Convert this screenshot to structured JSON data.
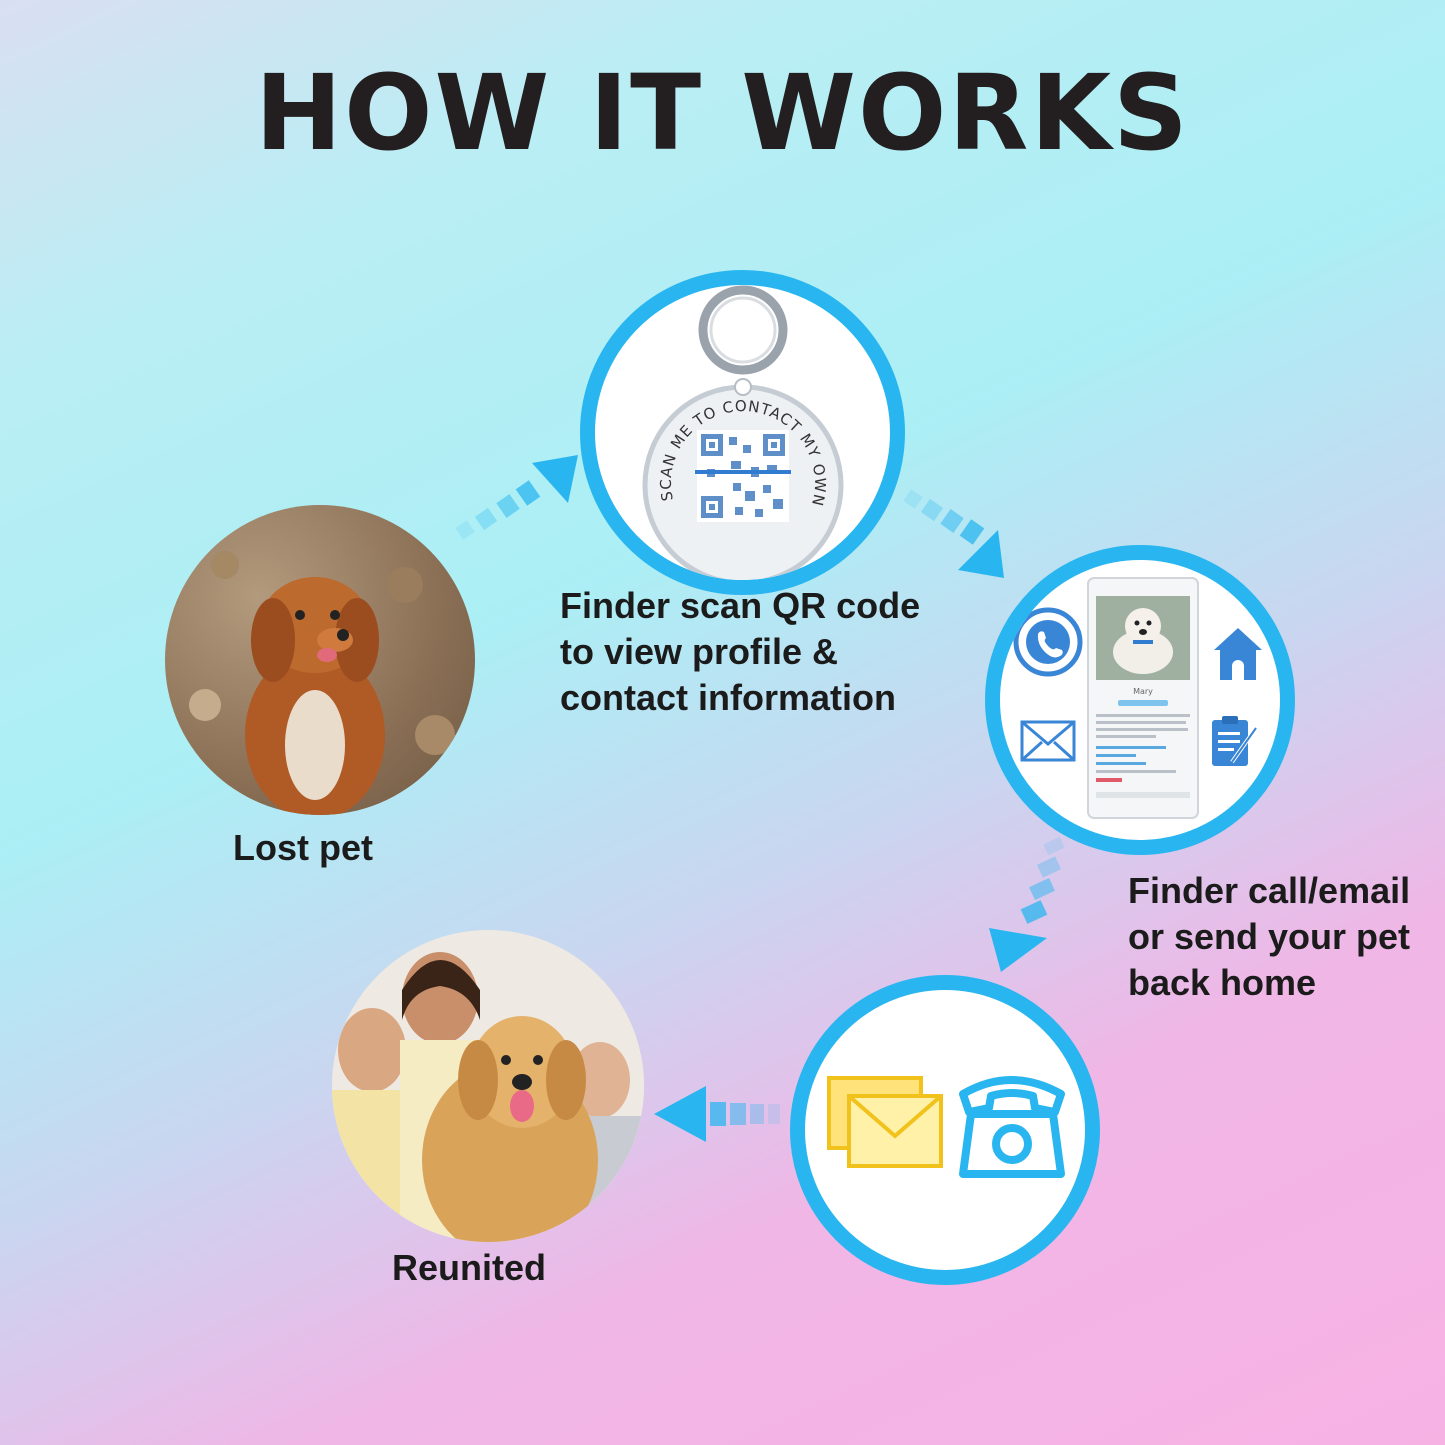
{
  "title": "HOW IT WORKS",
  "accent_color": "#29b6f0",
  "steps": [
    {
      "id": "lost",
      "label": "Lost pet",
      "icon": "dog-photo"
    },
    {
      "id": "scan",
      "label": "Finder scan QR code\nto view profile &\ncontact information",
      "icon": "qr-pet-tag",
      "tag_text": "SCAN ME TO CONTACT MY OWNER"
    },
    {
      "id": "profile",
      "label": "Finder call/email\nor send your pet\nback home",
      "icon": "phone-profile-screen",
      "profile_name": "Mary"
    },
    {
      "id": "contact",
      "icon": "envelope-and-telephone"
    },
    {
      "id": "reunited",
      "label": "Reunited",
      "icon": "family-with-dog-photo"
    }
  ]
}
